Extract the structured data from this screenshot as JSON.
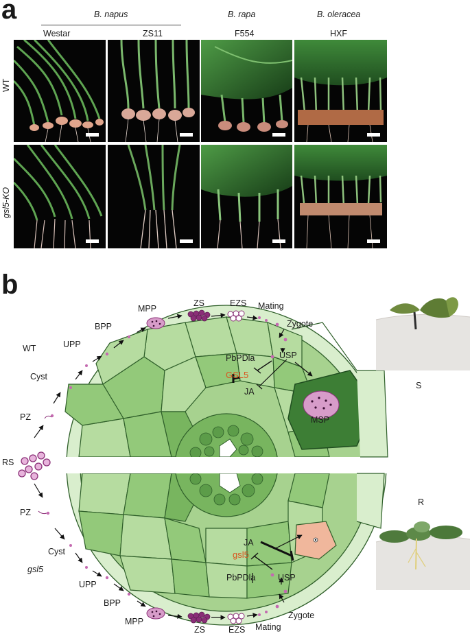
{
  "panel_a": {
    "letter": "a",
    "species": [
      "B. napus",
      "B. rapa",
      "B. oleracea"
    ],
    "varieties": [
      "Westar",
      "ZS11",
      "F554",
      "HXF"
    ],
    "rows": [
      "WT",
      "gsl5-KO"
    ]
  },
  "panel_b": {
    "letter": "b",
    "wt_label": "WT",
    "mut_label": "gsl5",
    "rs": "RS",
    "top": {
      "pz": "PZ",
      "cyst": "Cyst",
      "upp": "UPP",
      "bpp": "BPP",
      "mpp": "MPP",
      "zs": "ZS",
      "ezs": "EZS",
      "mating": "Mating",
      "zygote": "Zygote",
      "pbpdla": "PbPDla",
      "usp": "USP",
      "gene": "GSL5",
      "ja": "JA",
      "msp": "MSP"
    },
    "bottom": {
      "pz": "PZ",
      "cyst": "Cyst",
      "upp": "UPP",
      "bpp": "BPP",
      "mpp": "MPP",
      "zs": "ZS",
      "ezs": "EZS",
      "mating": "Mating",
      "zygote": "Zygote",
      "pbpdla": "PbPDla",
      "usp": "USP",
      "gene": "gsl5",
      "ja": "JA"
    },
    "s_label": "S",
    "r_label": "R"
  },
  "colors": {
    "cell_light": "#b6dca0",
    "cell_mid": "#93c97a",
    "cell_dark": "#78b55f",
    "outline": "#2f5f2a",
    "epidermis": "#d9eecd",
    "msp_cell": "#3d7e35",
    "pathogen": "#b9489c",
    "pathogen_light": "#e8b4dc",
    "red_gene": "#d9541e",
    "resistant_cell": "#f0b79c"
  }
}
